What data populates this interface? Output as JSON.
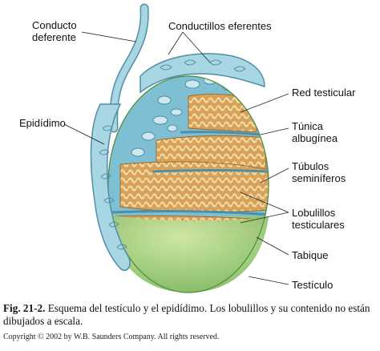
{
  "labels": {
    "conducto_deferente_1": "Conducto",
    "conducto_deferente_2": "deferente",
    "conductillos_eferentes": "Conductillos eferentes",
    "epididimo": "Epidídimo",
    "red_testicular": "Red testicular",
    "tunica_1": "Túnica",
    "tunica_2": "albugínea",
    "tubulos_1": "Túbulos",
    "tubulos_2": "seminíferos",
    "lobulillos_1": "Lobulillos",
    "lobulillos_2": "testiculares",
    "tabique": "Tabique",
    "testiculo": "Testículo"
  },
  "caption": {
    "figure_number": "Fig. 21-2.",
    "text": "Esquema del testículo y el epidídimo. Los lobulillos y su contenido no están dibujados a escala.",
    "copyright": "Copyright © 2002 by W.B. Saunders Company. All rights reserved."
  },
  "colors": {
    "epididymis_blue": "#a9d6e3",
    "blue_outline": "#4f8fa6",
    "lobule_tan": "#d9a25a",
    "tubule_light": "#f1d9a3",
    "testis_green": "#9fcc7c",
    "capsule_blue": "#7fbfd4"
  }
}
